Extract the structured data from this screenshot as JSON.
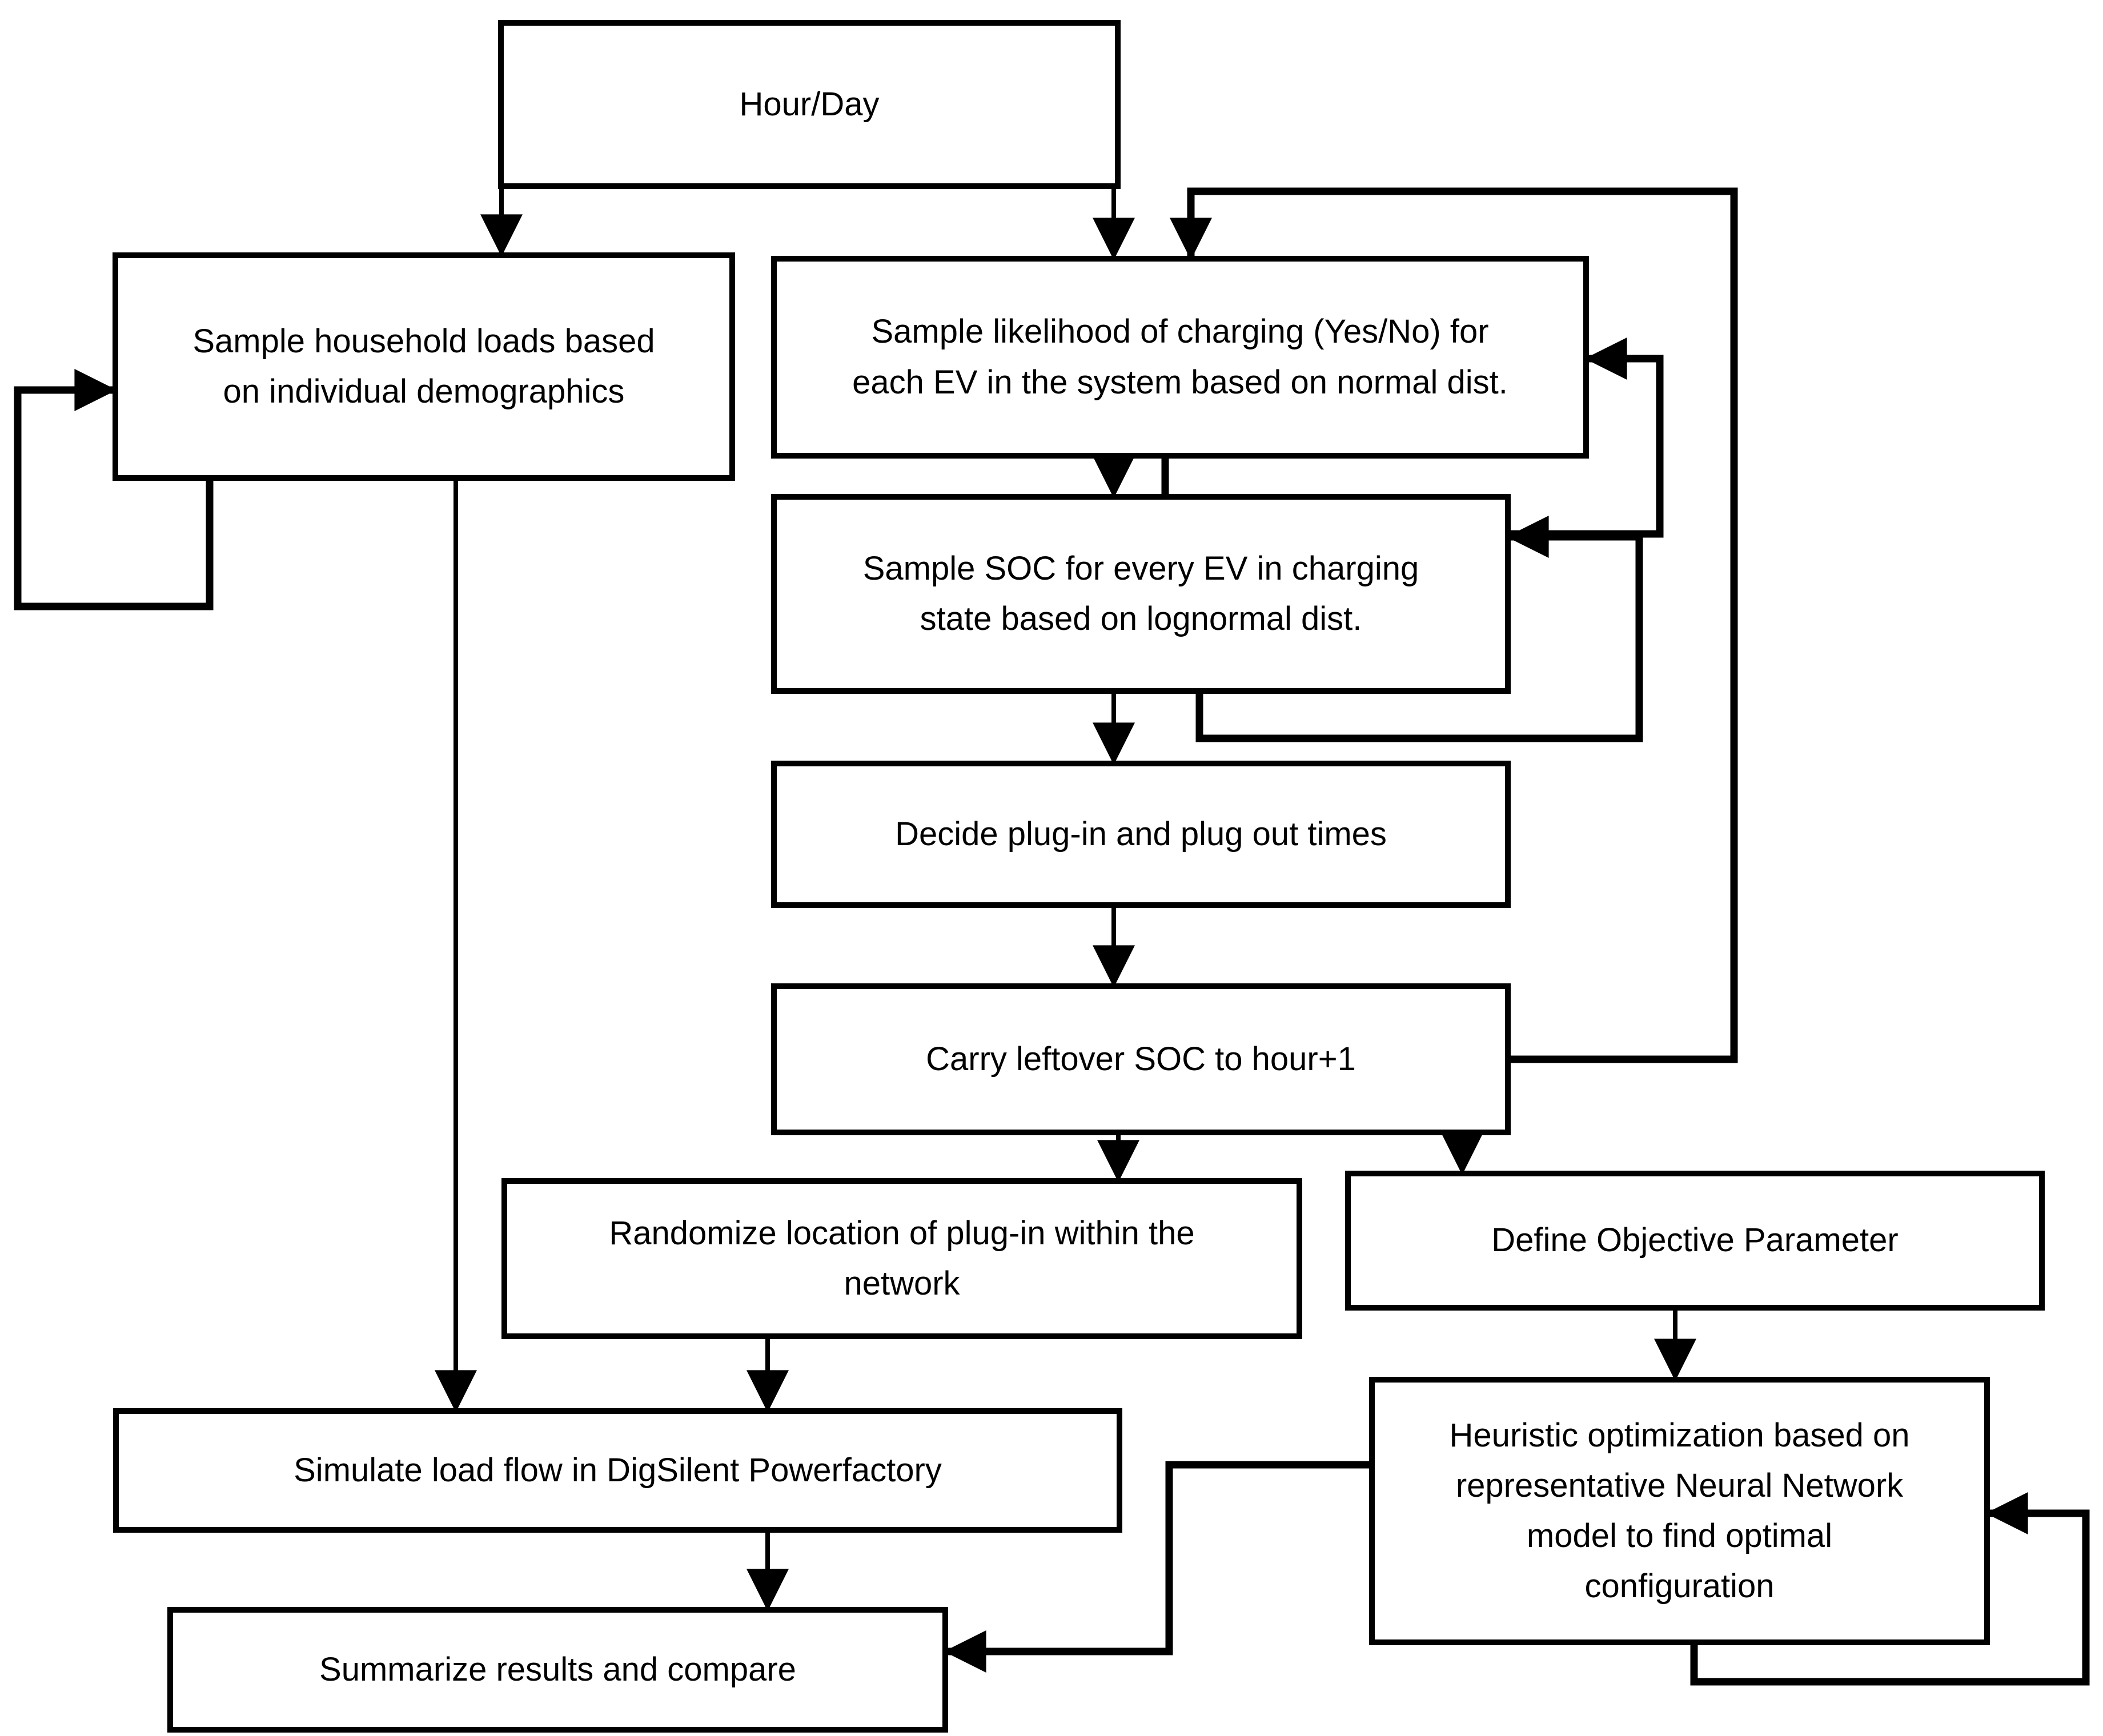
{
  "diagram": {
    "background_color": "#ffffff",
    "line_color": "#000000",
    "text_color": "#000000",
    "description": "Flowchart of EV charging simulation methodology"
  },
  "nodes": {
    "hour_day": {
      "label": "Hour/Day"
    },
    "household": {
      "label": "Sample household loads based\non individual demographics"
    },
    "likelihood": {
      "label": "Sample likelihood of charging (Yes/No) for\neach EV in the system based on normal dist."
    },
    "sample_soc": {
      "label": "Sample SOC for every EV in charging\nstate based on lognormal dist."
    },
    "decide": {
      "label": "Decide plug-in and plug out times"
    },
    "carry": {
      "label": "Carry leftover SOC to hour+1"
    },
    "randomize": {
      "label": "Randomize location of plug-in within the\nnetwork"
    },
    "define_obj": {
      "label": "Define Objective Parameter"
    },
    "simulate": {
      "label": "Simulate load flow in DigSilent Powerfactory"
    },
    "heuristic": {
      "label": "Heuristic optimization based on\nrepresentative Neural Network\nmodel to find optimal\nconfiguration"
    },
    "summarize": {
      "label": "Summarize results and compare"
    }
  },
  "edges": [
    {
      "from": "hour_day",
      "to": "household",
      "style": "arrow"
    },
    {
      "from": "hour_day",
      "to": "likelihood",
      "style": "arrow"
    },
    {
      "from": "household",
      "to": "household",
      "style": "self-loop-left"
    },
    {
      "from": "household",
      "to": "simulate",
      "style": "arrow"
    },
    {
      "from": "likelihood",
      "to": "sample_soc",
      "style": "arrow"
    },
    {
      "from": "likelihood",
      "to": "likelihood",
      "style": "self-loop-right"
    },
    {
      "from": "carry",
      "to": "likelihood",
      "style": "feedback-loop"
    },
    {
      "from": "sample_soc",
      "to": "decide",
      "style": "arrow"
    },
    {
      "from": "sample_soc",
      "to": "sample_soc",
      "style": "self-loop-right"
    },
    {
      "from": "decide",
      "to": "carry",
      "style": "arrow"
    },
    {
      "from": "carry",
      "to": "randomize",
      "style": "arrow"
    },
    {
      "from": "carry",
      "to": "define_obj",
      "style": "arrow"
    },
    {
      "from": "randomize",
      "to": "simulate",
      "style": "arrow"
    },
    {
      "from": "define_obj",
      "to": "heuristic",
      "style": "arrow"
    },
    {
      "from": "simulate",
      "to": "summarize",
      "style": "arrow"
    },
    {
      "from": "heuristic",
      "to": "summarize",
      "style": "elbow-arrow"
    },
    {
      "from": "heuristic",
      "to": "heuristic",
      "style": "self-loop-right"
    }
  ]
}
